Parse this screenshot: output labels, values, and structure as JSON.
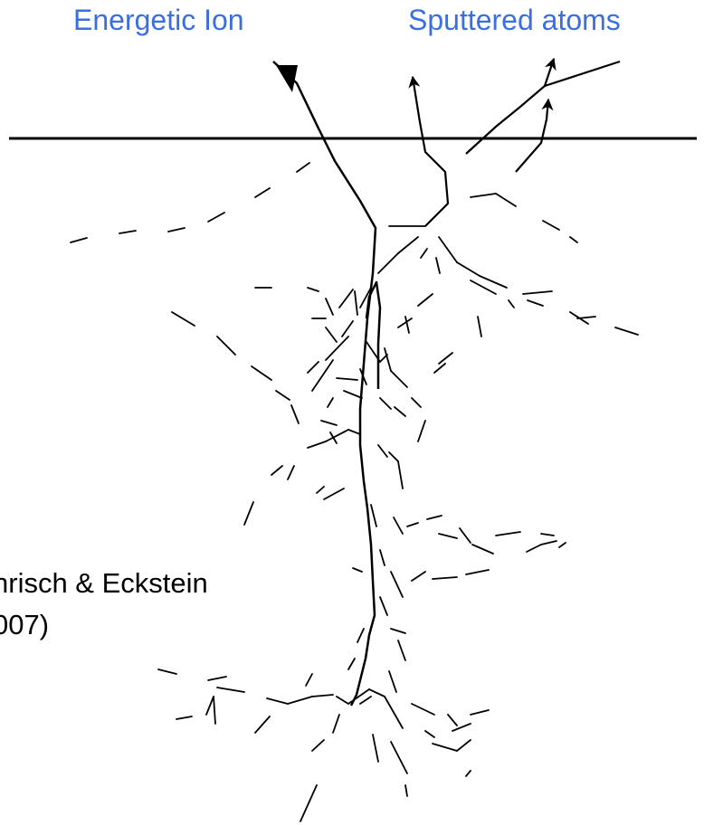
{
  "labels": {
    "ion": "Energetic Ion",
    "sputtered": "Sputtered atoms"
  },
  "citation": {
    "line1": "hrisch & Eckstein",
    "line2": "007)"
  },
  "colors": {
    "label_text": "#3b6fe0",
    "lines": "#000000",
    "background": "#ffffff"
  }
}
